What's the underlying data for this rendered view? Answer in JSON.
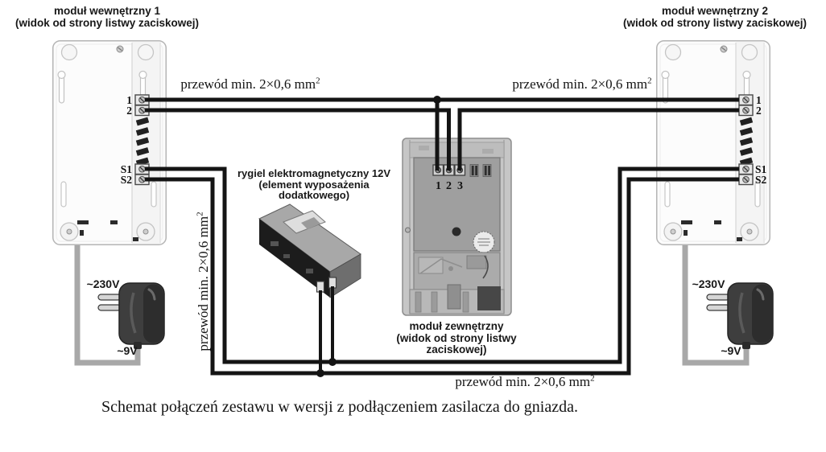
{
  "page": {
    "caption": "Schemat połączeń zestawu w wersji z podłączeniem zasilacza do gniazda."
  },
  "wire_label": {
    "text": "przewód min. 2×0,6 mm",
    "sup": "2"
  },
  "inner_module_1": {
    "title": "moduł wewnętrzny 1",
    "subtitle": "(widok od strony listwy zaciskowej)",
    "terminals": {
      "t1": "1",
      "t2": "2",
      "s1": "S1",
      "s2": "S2"
    }
  },
  "inner_module_2": {
    "title": "moduł wewnętrzny 2",
    "subtitle": "(widok od strony listwy zaciskowej)",
    "terminals": {
      "t1": "1",
      "t2": "2",
      "s1": "S1",
      "s2": "S2"
    }
  },
  "outer_module": {
    "title": "moduł zewnętrzny",
    "subtitle": "(widok od strony listwy zaciskowej)",
    "terminals": {
      "t1": "1",
      "t2": "2",
      "t3": "3"
    }
  },
  "door_strike": {
    "label_line1": "rygiel elektromagnetyczny 12V",
    "label_line2": "(element wyposażenia",
    "label_line3": "dodatkowego)"
  },
  "psu_left": {
    "input": "~230V",
    "output": "~9V"
  },
  "psu_right": {
    "input": "~230V",
    "output": "~9V"
  },
  "colors": {
    "wire": "#141414",
    "cable": "#a8a8a8",
    "background": "#ffffff"
  }
}
